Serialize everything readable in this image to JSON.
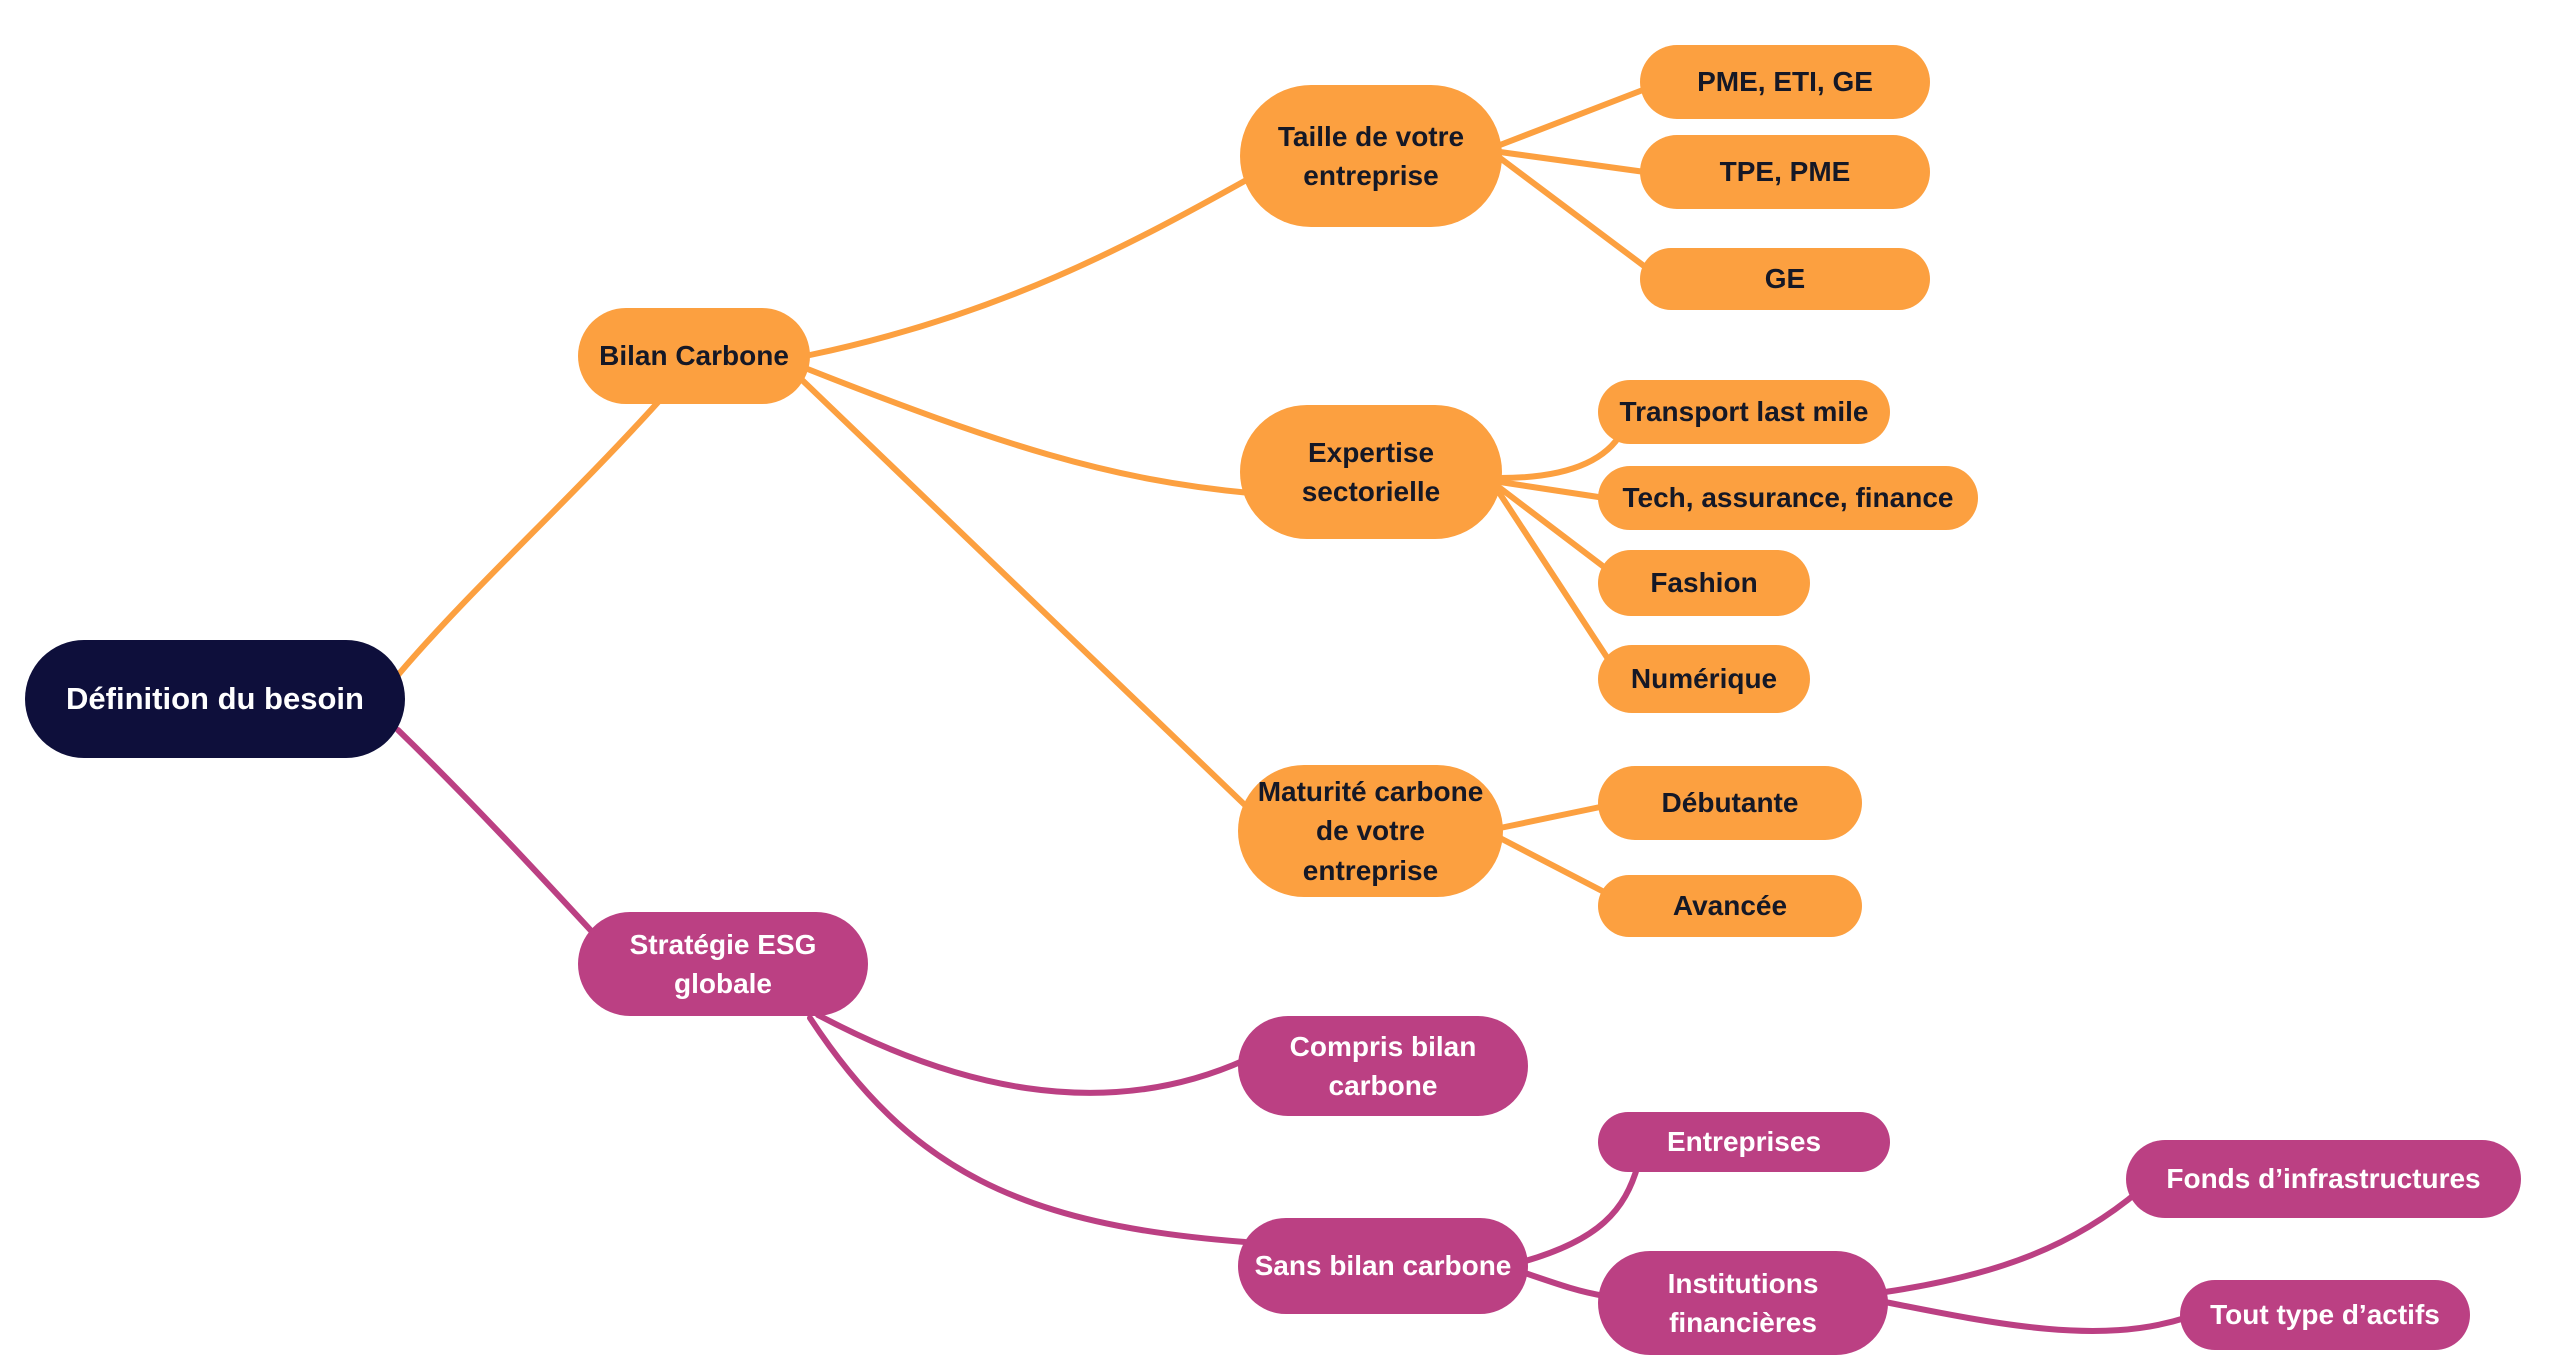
{
  "colors": {
    "root": "#0e0f3b",
    "orange": "#fca040",
    "purple": "#bb4083",
    "text_dark": "#151826",
    "text_light": "#ffffff"
  },
  "nodes": {
    "root": "Définition du besoin",
    "bilan_carbone": "Bilan Carbone",
    "taille": "Taille de votre\nentreprise",
    "pme_eti_ge": "PME, ETI, GE",
    "tpe_pme": "TPE, PME",
    "ge": "GE",
    "expertise": "Expertise\nsectorielle",
    "transport": "Transport last mile",
    "tech": "Tech, assurance, finance",
    "fashion": "Fashion",
    "numerique": "Numérique",
    "maturite": "Maturité carbone\nde votre entreprise",
    "debutante": "Débutante",
    "avancee": "Avancée",
    "strategie": "Stratégie ESG\nglobale",
    "compris": "Compris bilan\ncarbone",
    "sans": "Sans bilan carbone",
    "entreprises": "Entreprises",
    "institutions": "Institutions\nfinancières",
    "fonds": "Fonds d’infrastructures",
    "tout_type": "Tout type d’actifs"
  }
}
